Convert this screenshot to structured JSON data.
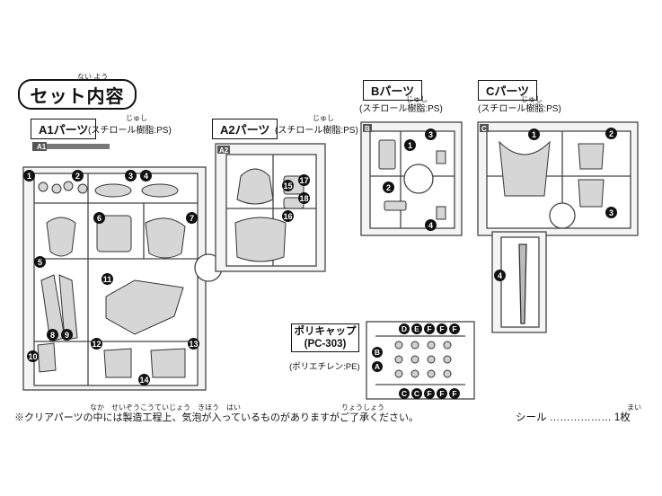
{
  "header": {
    "title": "セット内容",
    "title_ruby": "ない よう"
  },
  "runners": {
    "a1": {
      "label": "A1パーツ",
      "material": "(スチロール樹脂:PS)",
      "ruby": "じゅし",
      "tag": "A1",
      "parts": [
        "1",
        "2",
        "3",
        "4",
        "5",
        "6",
        "7",
        "8",
        "9",
        "10",
        "11",
        "12",
        "13",
        "14"
      ]
    },
    "a2": {
      "label": "A2パーツ",
      "material": "(スチロール樹脂:PS)",
      "ruby": "じゅし",
      "tag": "A2",
      "parts": [
        "15",
        "16",
        "17",
        "18"
      ]
    },
    "b": {
      "label": "Bパーツ",
      "material": "(スチロール樹脂:PS)",
      "ruby": "じゅし",
      "tag": "B",
      "parts": [
        "1",
        "2",
        "3",
        "4"
      ]
    },
    "c": {
      "label": "Cパーツ",
      "material": "(スチロール樹脂:PS)",
      "ruby": "じゅし",
      "tag": "C",
      "parts": [
        "1",
        "2",
        "3",
        "4"
      ]
    }
  },
  "polycap": {
    "label_line1": "ポリキャップ",
    "label_line2": "(PC-303)",
    "material": "(ポリエチレン:PE)",
    "top_row": [
      "D",
      "E",
      "F",
      "F",
      "F"
    ],
    "bottom_row": [
      "C",
      "C",
      "F",
      "F",
      "F"
    ],
    "side": [
      "B",
      "A"
    ]
  },
  "footer": {
    "note": "※クリアパーツの中には製造工程上、気泡が入っているものがありますがご了承ください。",
    "note_ruby": "なか　せいぞうこうていじょう　きほう　はい　　　　　　　　　　　　　　りょうしょう",
    "seal_label": "シール",
    "seal_dots": "………………",
    "seal_count": "1枚",
    "seal_ruby": "まい"
  }
}
